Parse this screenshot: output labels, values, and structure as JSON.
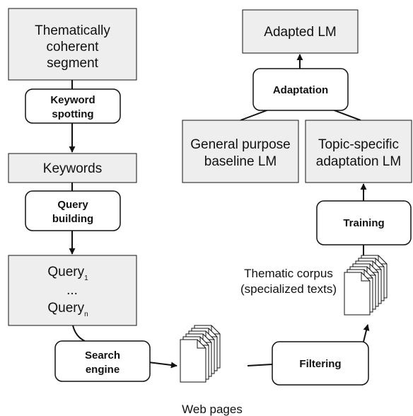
{
  "colors": {
    "box_fill": "#eeeeee",
    "stroke": "#111111",
    "background": "#ffffff"
  },
  "nodes": {
    "thematic_segment": {
      "lines": [
        "Thematically",
        "coherent",
        "segment"
      ]
    },
    "keyword_spotting": {
      "lines": [
        "Keyword",
        "spotting"
      ]
    },
    "keywords": {
      "lines": [
        "Keywords"
      ]
    },
    "query_building": {
      "lines": [
        "Query",
        "building"
      ]
    },
    "queries": {
      "line1": "Query",
      "sub1": "1",
      "ellipsis": "...",
      "line2": "Query",
      "sub2": "n"
    },
    "search_engine": {
      "lines": [
        "Search",
        "engine"
      ]
    },
    "web_pages": {
      "label": "Web pages"
    },
    "filtering": {
      "lines": [
        "Filtering"
      ]
    },
    "thematic_corpus": {
      "lines": [
        "Thematic corpus",
        "(specialized texts)"
      ]
    },
    "training": {
      "lines": [
        "Training"
      ]
    },
    "topic_specific_lm": {
      "lines": [
        "Topic-specific",
        "adaptation LM"
      ]
    },
    "general_baseline_lm": {
      "lines": [
        "General purpose",
        "baseline LM"
      ]
    },
    "adaptation": {
      "lines": [
        "Adaptation"
      ]
    },
    "adapted_lm": {
      "lines": [
        "Adapted LM"
      ]
    }
  }
}
